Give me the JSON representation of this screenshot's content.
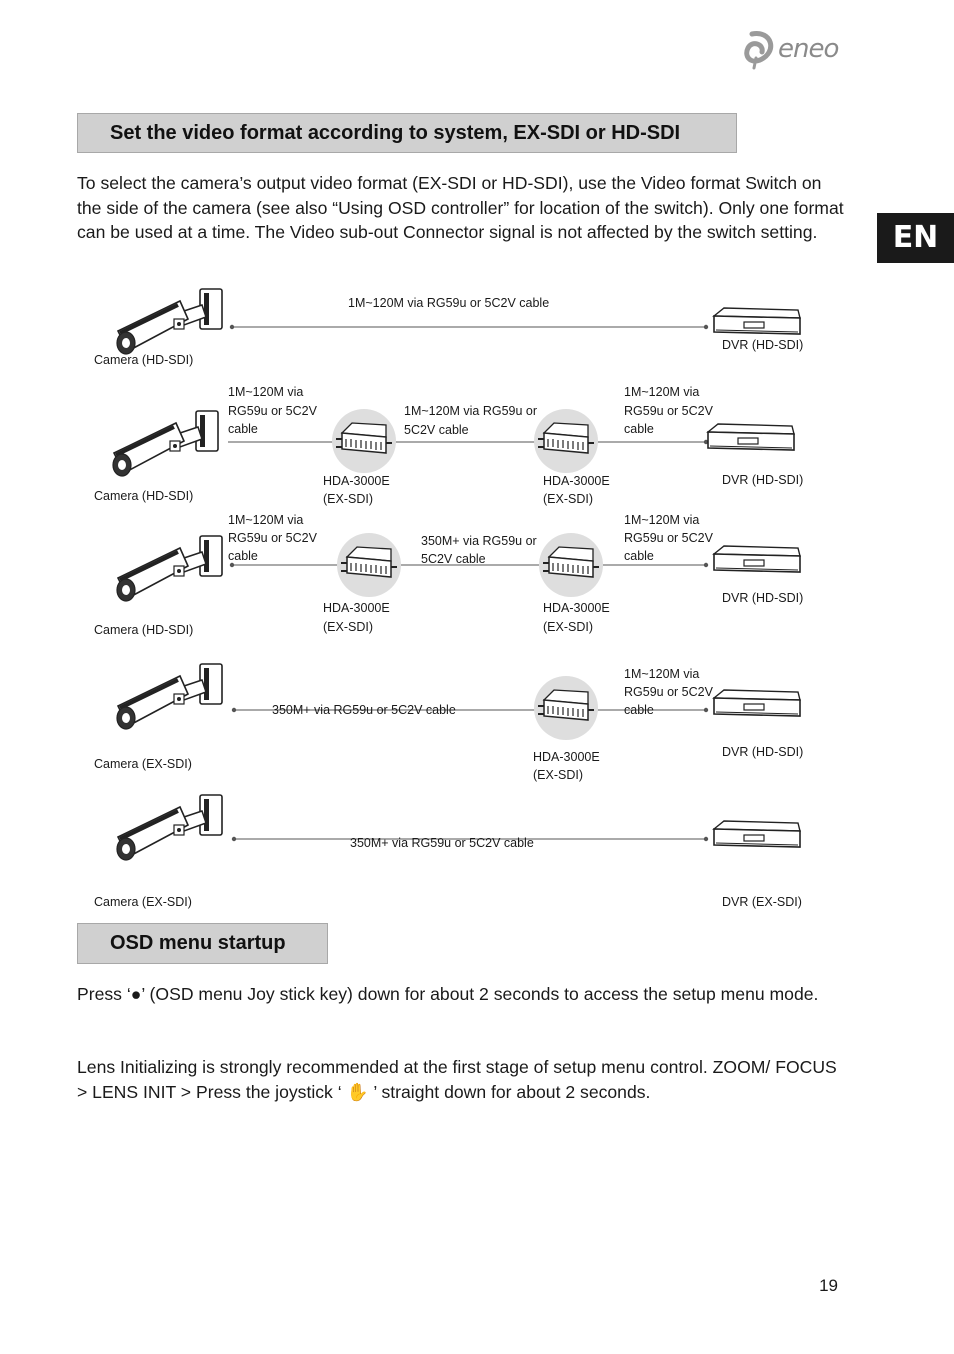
{
  "header": {
    "logo_text": "eneo",
    "language_tab": "EN",
    "logo_icon": "eneo-swirl-logo"
  },
  "section1": {
    "title": "Set the video format according to system, EX-SDI or HD-SDI",
    "body": "To select the camera’s output video format (EX-SDI or HD-SDI), use the Video format Switch on the side of the camera (see also “Using OSD controller” for location of the switch). Only one format can be used at a time. The Video sub-out Connector signal is not affected by the switch setting."
  },
  "diagram": {
    "rows": [
      {
        "camera": "Camera (HD-SDI)",
        "dvr": "DVR (HD-SDI)",
        "cable1": [
          "1M~120M via RG59u or 5C2V cable"
        ]
      },
      {
        "camera": "Camera (HD-SDI)",
        "dvr": "DVR (HD-SDI)",
        "cable1": [
          "1M~120M via",
          "RG59u or 5C2V",
          "cable"
        ],
        "cable2": [
          "1M~120M via RG59u or",
          "5C2V cable"
        ],
        "cable3": [
          "1M~120M via",
          "RG59u or 5C2V",
          "cable"
        ],
        "hda1": [
          "HDA-3000E",
          "(EX-SDI)"
        ],
        "hda2": [
          "HDA-3000E",
          "(EX-SDI)"
        ]
      },
      {
        "camera": "Camera (HD-SDI)",
        "dvr": "DVR (HD-SDI)",
        "cable1": [
          "1M~120M via",
          "RG59u or 5C2V",
          "cable"
        ],
        "cable2": [
          "350M+ via RG59u or",
          "5C2V cable"
        ],
        "cable3": [
          "1M~120M via",
          "RG59u or 5C2V",
          "cable"
        ],
        "hda1": [
          "HDA-3000E",
          "(EX-SDI)"
        ],
        "hda2": [
          "HDA-3000E",
          "(EX-SDI)"
        ]
      },
      {
        "camera": "Camera (EX-SDI)",
        "dvr": "DVR (HD-SDI)",
        "cable1": [
          "350M+ via RG59u or 5C2V cable"
        ],
        "cable3": [
          "1M~120M via",
          "RG59u or 5C2V",
          "cable"
        ],
        "hda2": [
          "HDA-3000E",
          "(EX-SDI)"
        ]
      },
      {
        "camera": "Camera (EX-SDI)",
        "dvr": "DVR (EX-SDI)",
        "cable1": [
          "350M+ via RG59u or 5C2V cable"
        ]
      }
    ]
  },
  "section2": {
    "title": "OSD menu startup",
    "para1": "Press ‘●’ (OSD menu Joy stick key) down for about 2 seconds to access the setup menu mode.",
    "para2": "Lens Initializing is strongly recommended at the first stage of setup menu control. ZOOM/ FOCUS > LENS INIT > Press the joystick ‘ ✋ ’ straight down for about 2 seconds."
  },
  "footer": {
    "page_number": "19"
  }
}
